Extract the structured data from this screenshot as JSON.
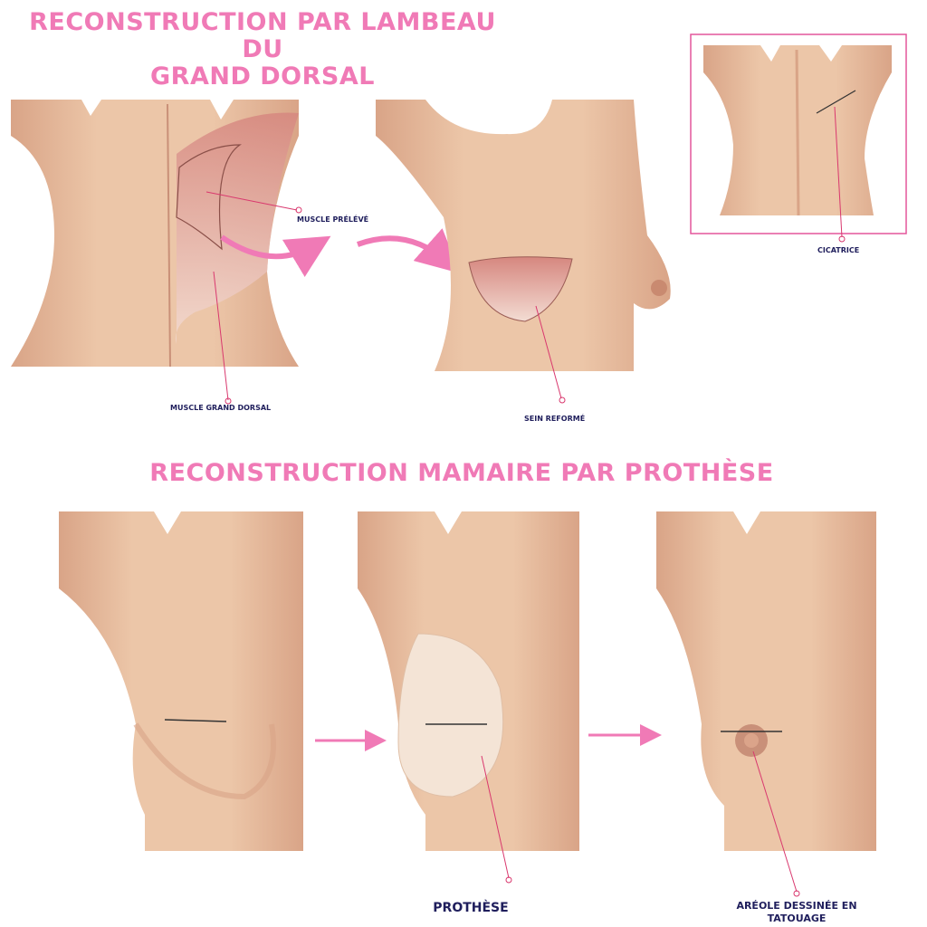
{
  "section1": {
    "title_line1": "RECONSTRUCTION PAR LAMBEAU DU",
    "title_line2": "GRAND DORSAL",
    "labels": {
      "muscle_preleve": "MUSCLE PRÉLÉVÉ",
      "muscle_grand_dorsal": "MUSCLE GRAND DORSAL",
      "sein_reforme": "SEIN REFORMÉ",
      "cicatrice": "CICATRICE"
    }
  },
  "section2": {
    "title": "RECONSTRUCTION MAMAIRE PAR PROTHÈSE",
    "labels": {
      "prothese": "PROTHÈSE",
      "areole_line1": "ARÉOLE DESSINÉE EN",
      "areole_line2": "TATOUAGE"
    }
  },
  "colors": {
    "accent": "#f07ab6",
    "label": "#1f1e5c",
    "skin": "#ebc3a5",
    "leader": "#d9386e"
  }
}
